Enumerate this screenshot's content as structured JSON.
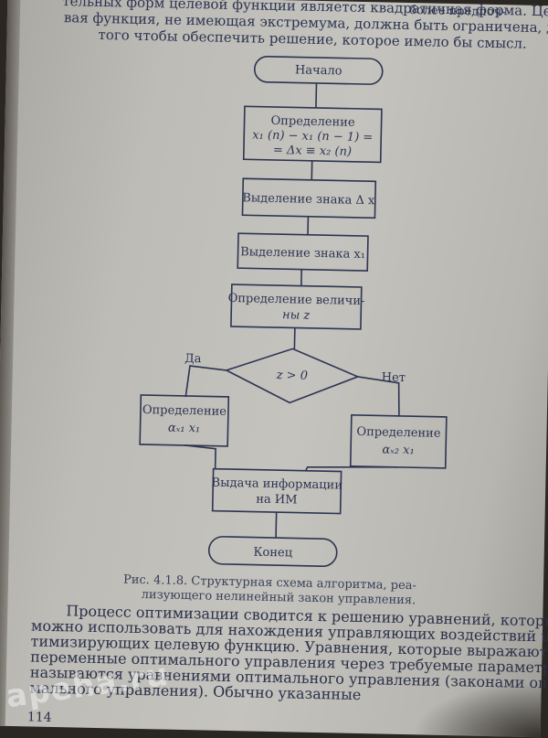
{
  "top_text": {
    "line1": "тельных форм целевой функции является квадратичная форма. Це-",
    "line2": "вая функция, не имеющая экстремума, должна быть ограничена, для",
    "line3": "того чтобы обеспечить решение, которое имело бы смысл.",
    "corner_right": "более предпоч-"
  },
  "flowchart": {
    "start": "Начало",
    "block1_line1": "Определение",
    "block1_line2": "x₁ (n) − x₁ (n − 1) =",
    "block1_line3": "= Δx ≡ x₂ (n)",
    "block2": "Выделение знака Δ x",
    "block3": "Выделение знака x₁",
    "block4_line1": "Определение величи-",
    "block4_line2": "ны z",
    "decision": "z > 0",
    "yes": "Да",
    "no": "Нет",
    "left_line1": "Определение",
    "left_line2": "αₓ₁ x₁",
    "right_line1": "Определение",
    "right_line2": "αₓ₂ x₁",
    "output_line1": "Выдача информации",
    "output_line2": "на ИМ",
    "end": "Конец"
  },
  "caption": {
    "line1": "Рис. 4.1.8. Структурная схема алгоритма, реа-",
    "line2": "лизующего нелинейный закон управления."
  },
  "body": {
    "line1": "Процесс оптимизации сводится к решению уравнений, которые",
    "line2": "можно использовать для нахождения управляющих воздействий u, оп-",
    "line3": "тимизирующих целевую функцию. Уравнения, которые выражают",
    "line4": "переменные оптимального управления через требуемые параметры,",
    "line5": "называются уравнениями оптимального управления (законами опти-",
    "line6": "мального управления). Обычно указанные"
  },
  "page_number": "114",
  "watermark": "apeha.ru"
}
